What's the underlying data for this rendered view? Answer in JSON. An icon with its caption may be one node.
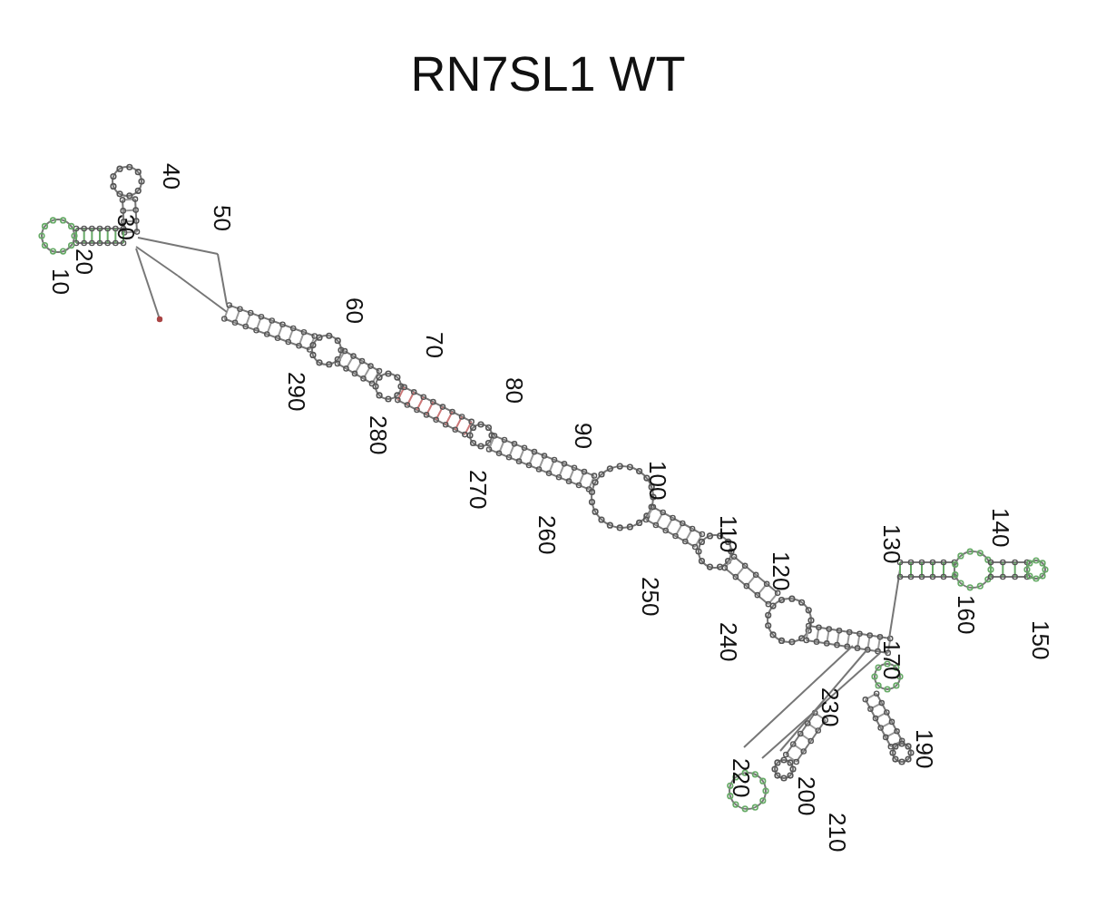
{
  "diagram": {
    "title": "RN7SL1 WT",
    "labels": [
      "40",
      "30",
      "20",
      "10",
      "50",
      "60",
      "290",
      "70",
      "280",
      "80",
      "90",
      "270",
      "100",
      "260",
      "110",
      "250",
      "130",
      "120",
      "140",
      "240",
      "160",
      "150",
      "170",
      "230",
      "190",
      "220",
      "200",
      "210"
    ]
  }
}
